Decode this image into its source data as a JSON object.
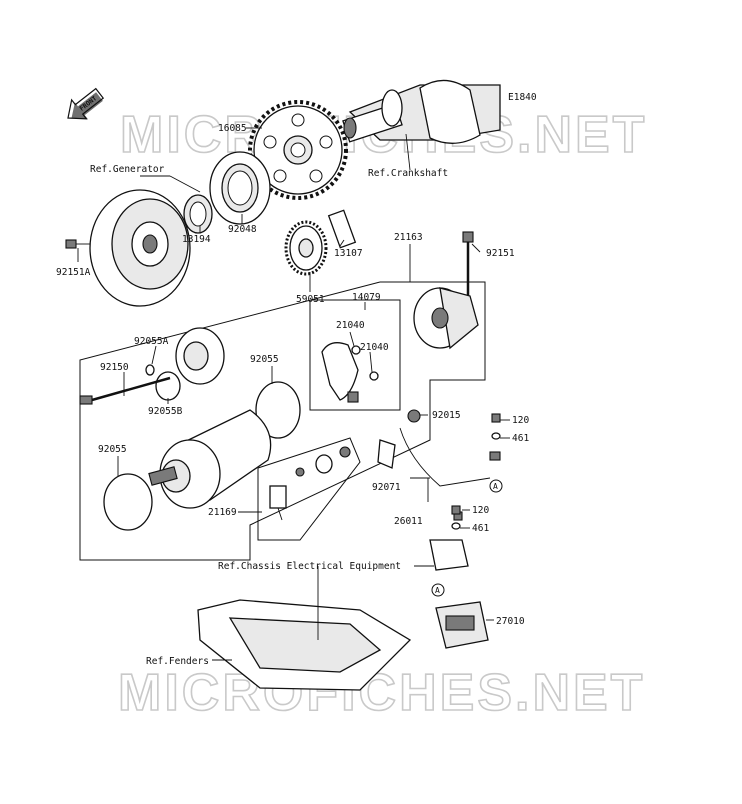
{
  "diagram_code": "E1840",
  "front_label": "FRONT",
  "watermark": "MICROFICHES.NET",
  "refs": {
    "generator": "Ref.Generator",
    "crankshaft": "Ref.Crankshaft",
    "chassis": "Ref.Chassis Electrical Equipment",
    "fenders": "Ref.Fenders"
  },
  "parts": {
    "p16085": "16085",
    "p92151A": "92151A",
    "p13194": "13194",
    "p92048": "92048",
    "p13107": "13107",
    "p59051": "59051",
    "p21163": "21163",
    "p92151": "92151",
    "p14079": "14079",
    "p21040a": "21040",
    "p21040b": "21040",
    "p92055A": "92055A",
    "p92150": "92150",
    "p92055B": "92055B",
    "p92055a": "92055",
    "p92055b": "92055",
    "p92015": "92015",
    "p120a": "120",
    "p461a": "461",
    "p92071": "92071",
    "p26011": "26011",
    "p21169": "21169",
    "p120b": "120",
    "p461b": "461",
    "p27010": "27010"
  },
  "connector_marker": "A"
}
